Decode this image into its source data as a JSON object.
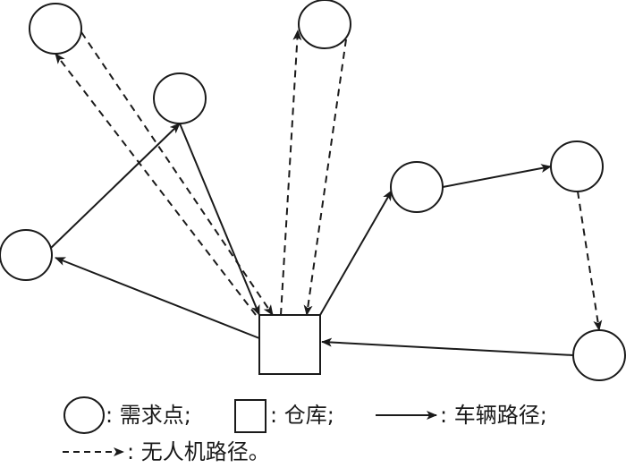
{
  "diagram": {
    "type": "vehicle-drone delivery route schematic",
    "stroke_color": "#1a1a1a",
    "background": "#ffffff",
    "nodes": [
      {
        "id": "A",
        "kind": "demand-point",
        "label": ""
      },
      {
        "id": "B",
        "kind": "demand-point",
        "label": ""
      },
      {
        "id": "C",
        "kind": "demand-point",
        "label": ""
      },
      {
        "id": "D",
        "kind": "demand-point",
        "label": ""
      },
      {
        "id": "E",
        "kind": "demand-point",
        "label": ""
      },
      {
        "id": "F",
        "kind": "demand-point",
        "label": ""
      },
      {
        "id": "G",
        "kind": "demand-point",
        "label": ""
      },
      {
        "id": "W",
        "kind": "warehouse",
        "label": ""
      }
    ],
    "edges": [
      {
        "from": "W",
        "to": "D",
        "kind": "vehicle"
      },
      {
        "from": "D",
        "to": "B",
        "kind": "vehicle"
      },
      {
        "from": "B",
        "to": "W",
        "kind": "vehicle"
      },
      {
        "from": "W",
        "to": "A",
        "kind": "drone"
      },
      {
        "from": "A",
        "to": "W",
        "kind": "drone"
      },
      {
        "from": "W",
        "to": "C",
        "kind": "drone"
      },
      {
        "from": "C",
        "to": "W",
        "kind": "drone"
      },
      {
        "from": "W",
        "to": "E",
        "kind": "vehicle"
      },
      {
        "from": "E",
        "to": "F",
        "kind": "vehicle"
      },
      {
        "from": "F",
        "to": "G",
        "kind": "drone"
      },
      {
        "from": "G",
        "to": "W",
        "kind": "vehicle"
      }
    ]
  },
  "legend": {
    "demand_point": ": 需求点;",
    "warehouse": ": 仓库;",
    "vehicle_route": ": 车辆路径;",
    "drone_route": ": 无人机路径。"
  }
}
